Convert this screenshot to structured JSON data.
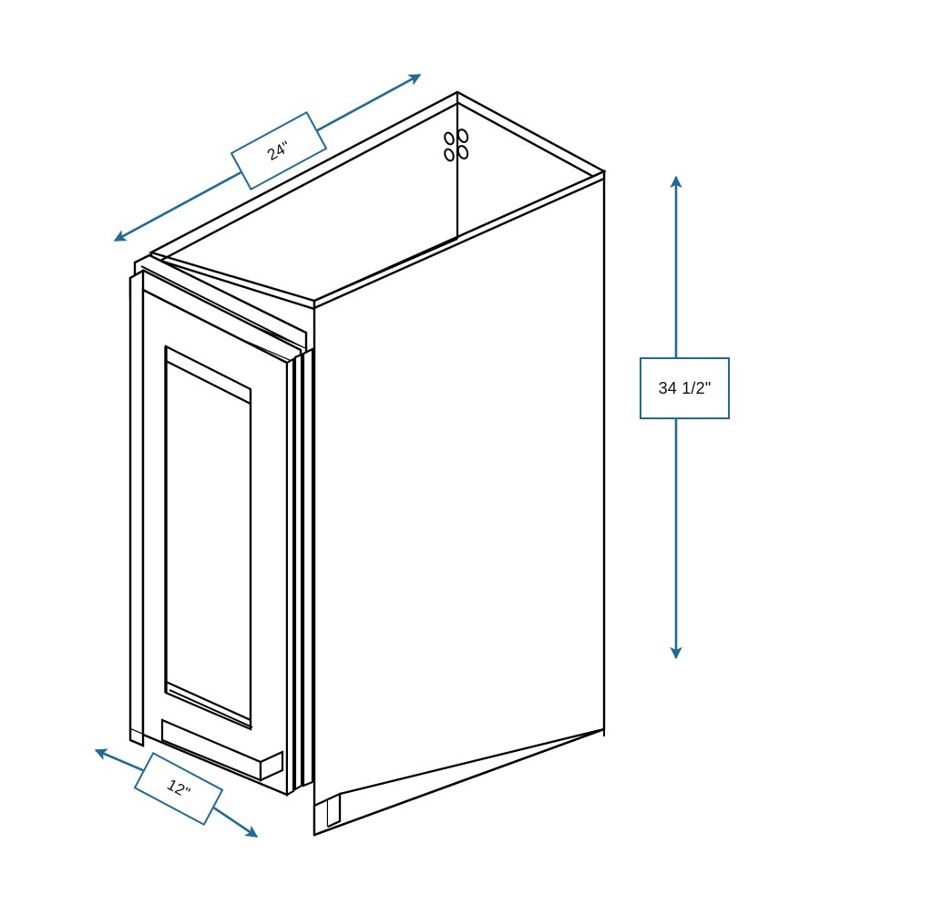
{
  "drawing": {
    "title": "Base cabinet isometric dimension drawing",
    "subject": "single-door base cabinet with open top, shaker door and toe kick",
    "background_color": "#FFFFFF",
    "line_color": "#000000",
    "dimension_color": "#1F6B96",
    "projection": "isometric"
  },
  "dimensions": {
    "depth": {
      "name": "depth-dimension",
      "value": "24\"",
      "orientation": "diagonal-up-right",
      "arrow_style": "double-headed"
    },
    "height": {
      "name": "height-dimension",
      "value": "34 1/2\"",
      "orientation": "vertical",
      "arrow_style": "double-headed"
    },
    "width": {
      "name": "width-dimension",
      "value": "12\"",
      "orientation": "diagonal-down-right",
      "arrow_style": "double-headed"
    }
  },
  "features": {
    "hinge_holes_count": 4,
    "door_style": "shaker-recessed-panel",
    "top": "open",
    "toe_kick": "recessed-notch"
  }
}
